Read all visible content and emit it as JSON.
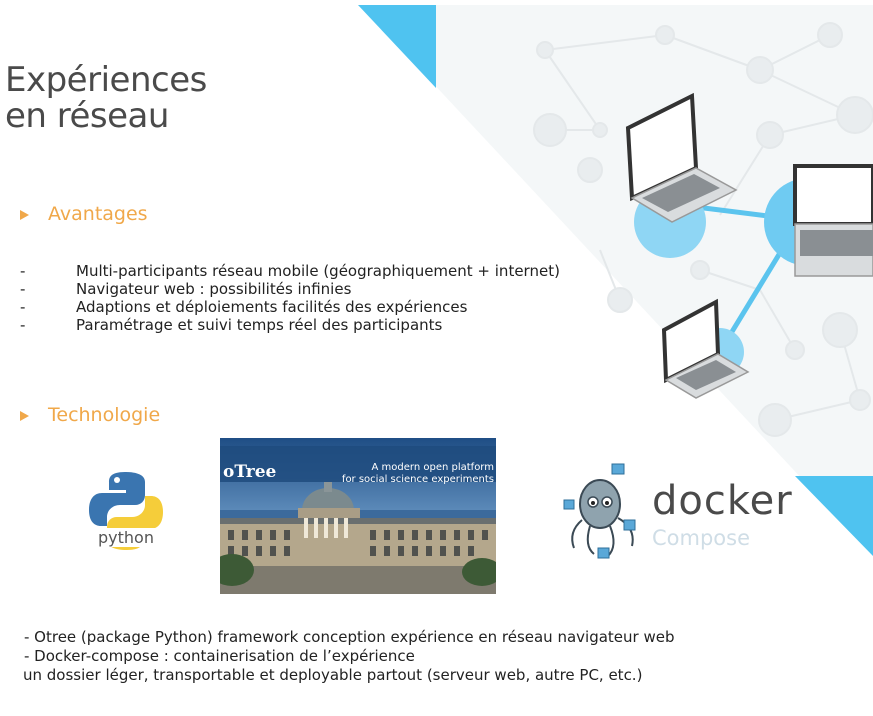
{
  "slide": {
    "title_line1": "Expériences",
    "title_line2": "en réseau"
  },
  "avantages": {
    "heading": "Avantages",
    "dash": "-",
    "items": [
      "Multi-participants réseau mobile (géographiquement + internet)",
      "Navigateur web : possibilités infinies",
      "Adaptions et déploiements facilités des expériences",
      "Paramétrage et suivi temps réel des participants"
    ]
  },
  "technologie": {
    "heading": "Technologie"
  },
  "logos": {
    "python_label": "python",
    "otree_name": "oTree",
    "otree_tagline_1": "A modern open platform",
    "otree_tagline_2": "for social science experiments",
    "docker_word": "docker",
    "docker_sub": "Compose"
  },
  "footer": {
    "line1": "- Otree (package Python) framework conception expérience en réseau navigateur web",
    "line2": "- Docker-compose : containerisation de l’expérience",
    "line3": "un dossier léger, transportable et deployable partout (serveur web, autre PC, etc.)"
  },
  "colors": {
    "accent": "#f0a84a",
    "network_blue": "#5bc4ee",
    "triangle_blue": "#4fc3f0"
  }
}
